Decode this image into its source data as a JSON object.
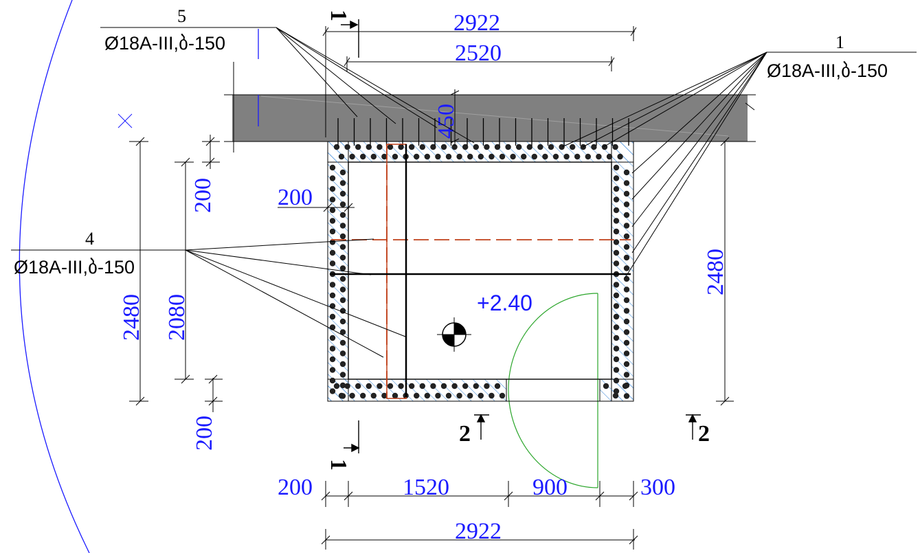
{
  "dimensions": {
    "top_overall": "2922",
    "top_inner": "2520",
    "slab_depth": "450",
    "left_wall_thk": "200",
    "top_wall_thk": "200",
    "bottom_wall_thk": "200",
    "left_overall": "2480",
    "left_inner": "2080",
    "right_overall": "2480",
    "bottom_seg_1": "200",
    "bottom_seg_2": "1520",
    "bottom_seg_3": "900",
    "bottom_seg_4": "300",
    "bottom_overall": "2922"
  },
  "callouts": {
    "c1": {
      "number": "1",
      "spec": "Ø18A-III,ბ-150"
    },
    "c4": {
      "number": "4",
      "spec": "Ø18A-III,ბ-150"
    },
    "c5": {
      "number": "5",
      "spec": "Ø18A-III,ბ-150"
    }
  },
  "sections": {
    "s1_top": "1",
    "s1_bottom": "1",
    "s2_left": "2",
    "s2_right": "2"
  },
  "elevation": "+2.40",
  "colors": {
    "dimension": "#1a1aff",
    "hatch": "#4a90d9",
    "slab": "#808080",
    "centerline": "#c0401a",
    "door": "#2aa52a",
    "outline": "#000000"
  }
}
